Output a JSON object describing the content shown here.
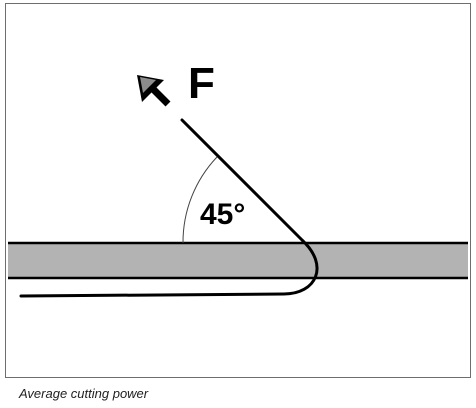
{
  "diagram": {
    "force_label": "F",
    "angle_label": "45°",
    "colors": {
      "strip_fill": "#b3b3b3",
      "line": "#000000",
      "frame": "#6e6e6e"
    },
    "icons": {
      "force_arrow": "arrow-up-left-icon"
    }
  },
  "caption": "Average cutting power"
}
